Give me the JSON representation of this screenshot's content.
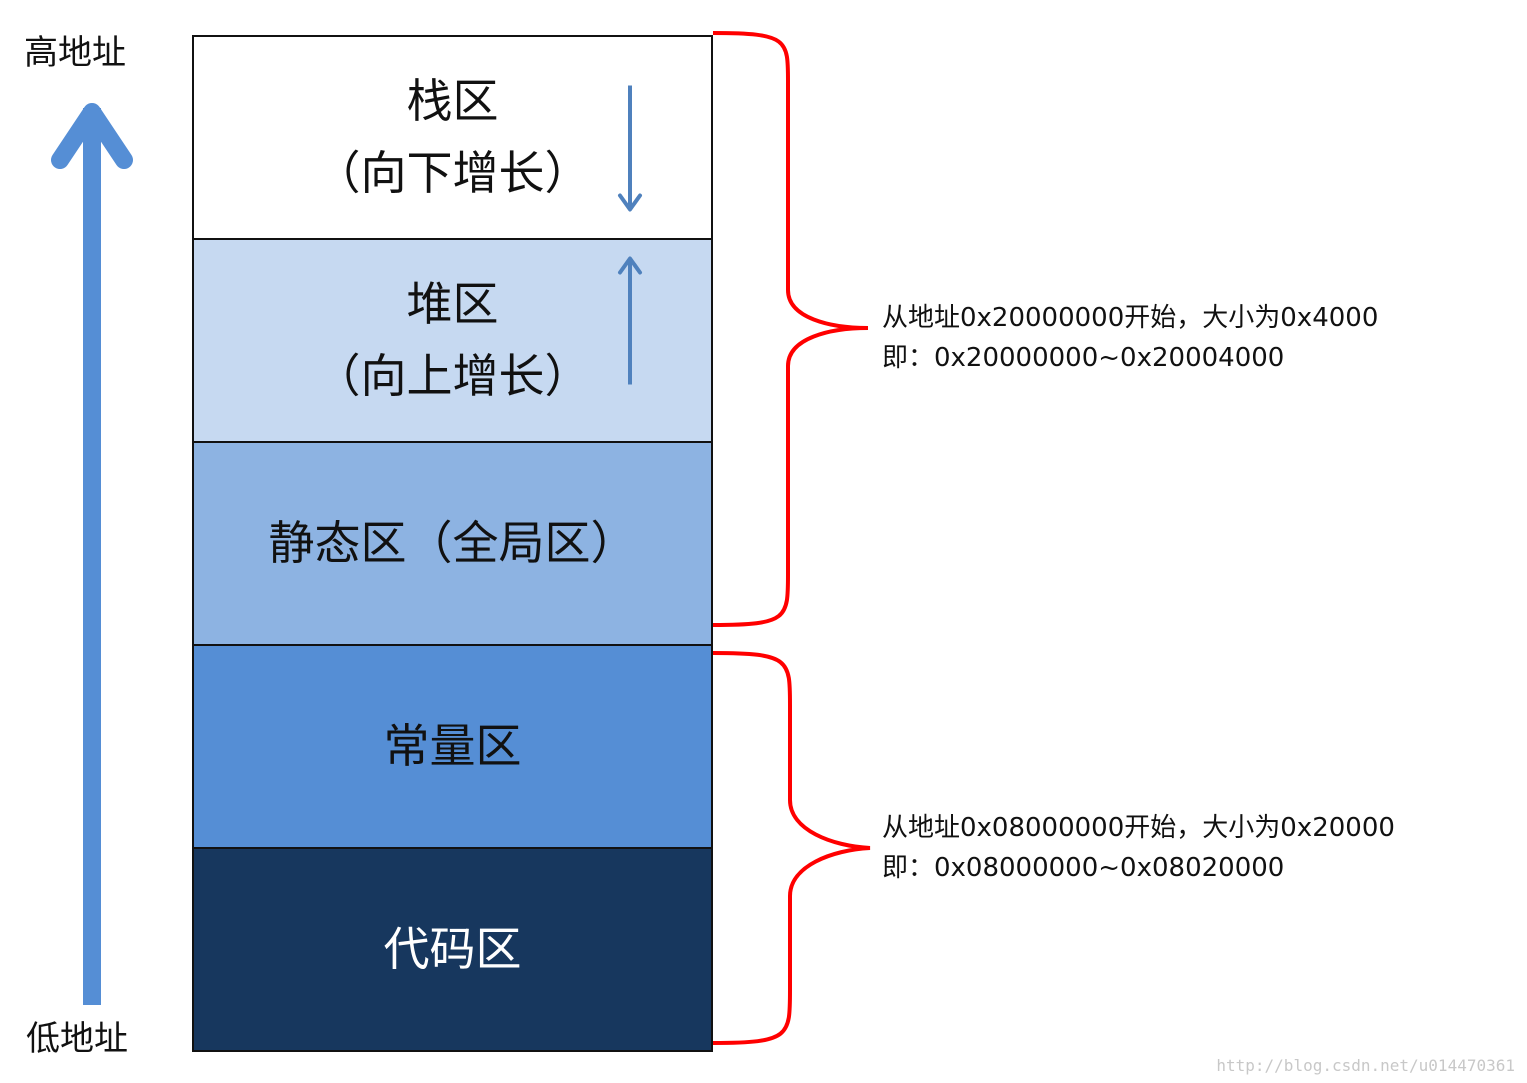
{
  "axis": {
    "high_label": "高地址",
    "low_label": "低地址"
  },
  "regions": [
    {
      "id": "stack",
      "lines": [
        "栈区",
        "（向下增长）"
      ],
      "fill": "#ffffff",
      "text_color": "#111111",
      "growth": "down"
    },
    {
      "id": "heap",
      "lines": [
        "堆区",
        "（向上增长）"
      ],
      "fill": "#c6d9f1",
      "text_color": "#111111",
      "growth": "up"
    },
    {
      "id": "static",
      "lines": [
        "静态区（全局区）"
      ],
      "fill": "#8db3e2",
      "text_color": "#111111",
      "growth": "none"
    },
    {
      "id": "constant",
      "lines": [
        "常量区"
      ],
      "fill": "#558ed5",
      "text_color": "#111111",
      "growth": "none"
    },
    {
      "id": "code",
      "lines": [
        "代码区"
      ],
      "fill": "#17375e",
      "text_color": "#ffffff",
      "growth": "none"
    }
  ],
  "annotations": {
    "upper": {
      "line1": "从地址0x20000000开始，大小为0x4000",
      "line2": "即：0x20000000~0x20004000"
    },
    "lower": {
      "line1": "从地址0x08000000开始，大小为0x20000",
      "line2": "即：0x08000000~0x08020000"
    }
  },
  "colors": {
    "axis_arrow": "#558ed5",
    "growth_arrow": "#4f81bd",
    "brace": "#ff0000"
  },
  "watermark": "http://blog.csdn.net/u014470361"
}
